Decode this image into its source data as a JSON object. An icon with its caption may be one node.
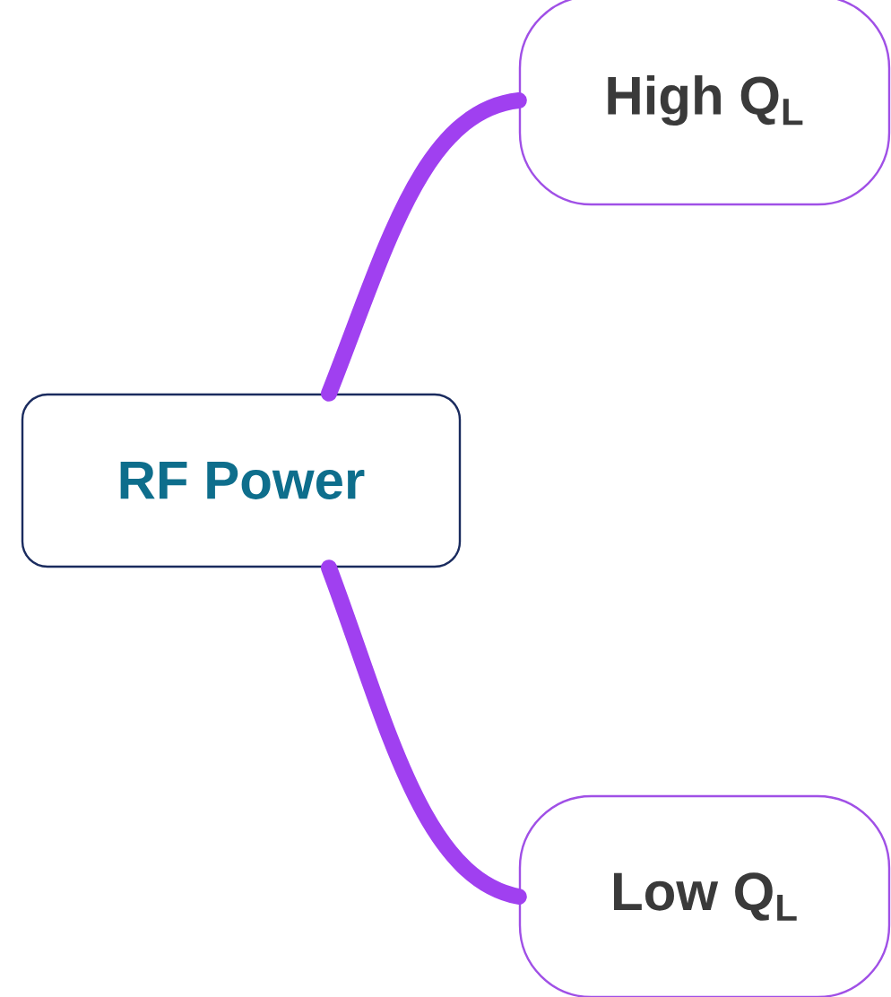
{
  "diagram": {
    "nodes": [
      {
        "text": [
          "RF Power"
        ]
      },
      {
        "text": [
          "High Q$_{L}$"
        ]
      },
      {
        "text": [
          "Low Q$_{L}$"
        ]
      }
    ],
    "edges": [
      {
        "from": 0,
        "to": 1,
        "arrow": "none"
      },
      {
        "from": 0,
        "to": 2,
        "arrow": "none"
      }
    ]
  }
}
